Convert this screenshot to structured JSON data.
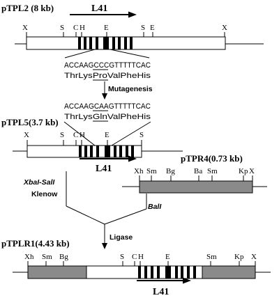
{
  "plasmids": {
    "tpl2": {
      "name": "pTPL2 (8 kb)",
      "gene": "L41",
      "sites": {
        "x_left": "X",
        "s1": "S",
        "c": "C",
        "h": "H",
        "e1": "E",
        "s2": "S",
        "e2": "E",
        "x_right": "X"
      }
    },
    "tpl5": {
      "name": "pTPL5(3.7 kb)",
      "gene": "L41",
      "sites": {
        "x": "X",
        "s1": "S",
        "c": "C",
        "h": "H",
        "e": "E",
        "s2": "S"
      }
    },
    "tpr4": {
      "name": "pTPR4(0.73 kb)",
      "sites": {
        "xh": "Xh",
        "sm1": "Sm",
        "bg": "Bg",
        "ba": "Ba",
        "sm2": "Sm",
        "kp": "Kp",
        "x": "X"
      }
    },
    "tplr1": {
      "name": "pTPLR1(4.43 kb)",
      "gene": "L41",
      "sites": {
        "xh": "Xh",
        "sm1": "Sm",
        "bg": "Bg",
        "s": "S",
        "c": "C",
        "h": "H",
        "e": "E",
        "sm2": "Sm",
        "kp": "Kp",
        "x": "X"
      }
    }
  },
  "sequences": {
    "original_dna": "ACCAAGCCCGTTTTTCAC",
    "original_protein": "ThrLysProValPheHis",
    "mutant_dna": "ACCAAGCAAGTTTTTCAC",
    "mutant_protein": "ThrLysGlnValPheHis"
  },
  "steps": {
    "mutagenesis": "Mutagenesis",
    "xbai_sali": "XbaI-SalI",
    "klenow": "Klenow",
    "bal": "BalI",
    "ligase": "Ligase"
  }
}
